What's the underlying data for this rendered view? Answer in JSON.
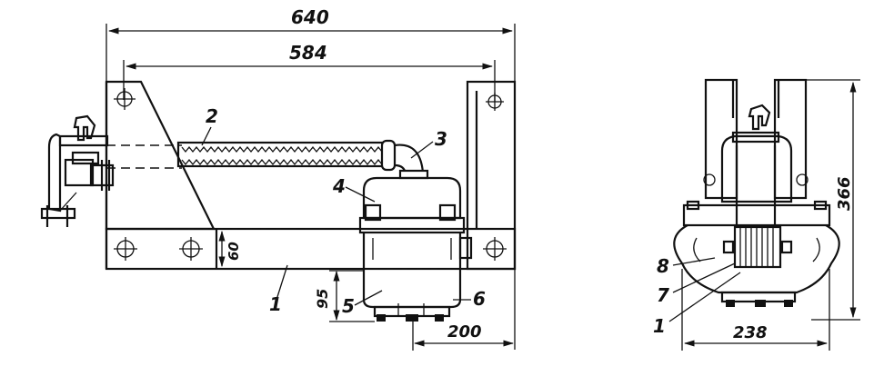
{
  "dimensions": {
    "overall_length": "640",
    "mounting_distance": "584",
    "offset_200": "200",
    "height_95": "95",
    "height_60": "60",
    "side_width": "238",
    "side_height": "366"
  },
  "callouts": {
    "front_1": "1",
    "front_2": "2",
    "front_3": "3",
    "front_4": "4",
    "front_5": "5",
    "front_6": "6",
    "side_8": "8",
    "side_7": "7",
    "side_1": "1"
  }
}
